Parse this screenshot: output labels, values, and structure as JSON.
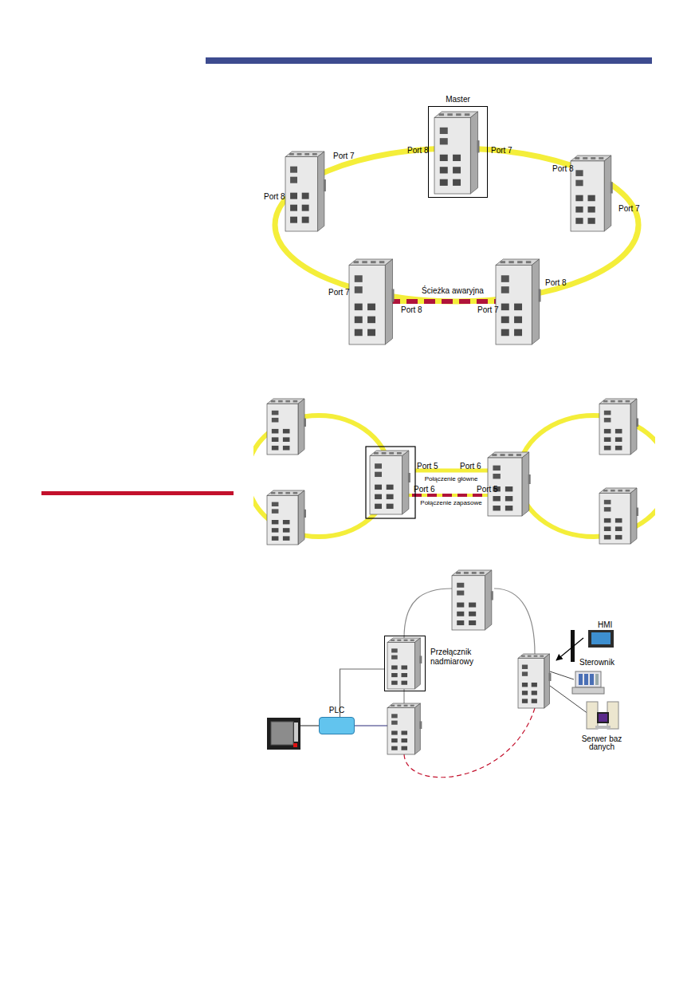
{
  "diagram": {
    "nodes": [
      {
        "text": [
          "Master"
        ]
      },
      {
        "text": [
          "Przełącznik nadmiarowy"
        ]
      },
      {
        "text": [
          "PLC"
        ]
      }
    ],
    "edges": [
      {
        "from": 2,
        "to": 1,
        "arrow": "none"
      }
    ],
    "labels": [
      "Port 8",
      "Port 7",
      "Port 7",
      "Port 8",
      "Port 8",
      "Port 7",
      "Port 8",
      "Ścieżka awaryjna",
      "Port 7",
      "Port 8",
      "Port 7",
      "Port 5",
      "Port 6",
      "Połączenie główne",
      "Port 6",
      "Port 5",
      "Połączenie zapasowe",
      "HMI",
      "Sterownik",
      "Serwer baz danych"
    ]
  }
}
